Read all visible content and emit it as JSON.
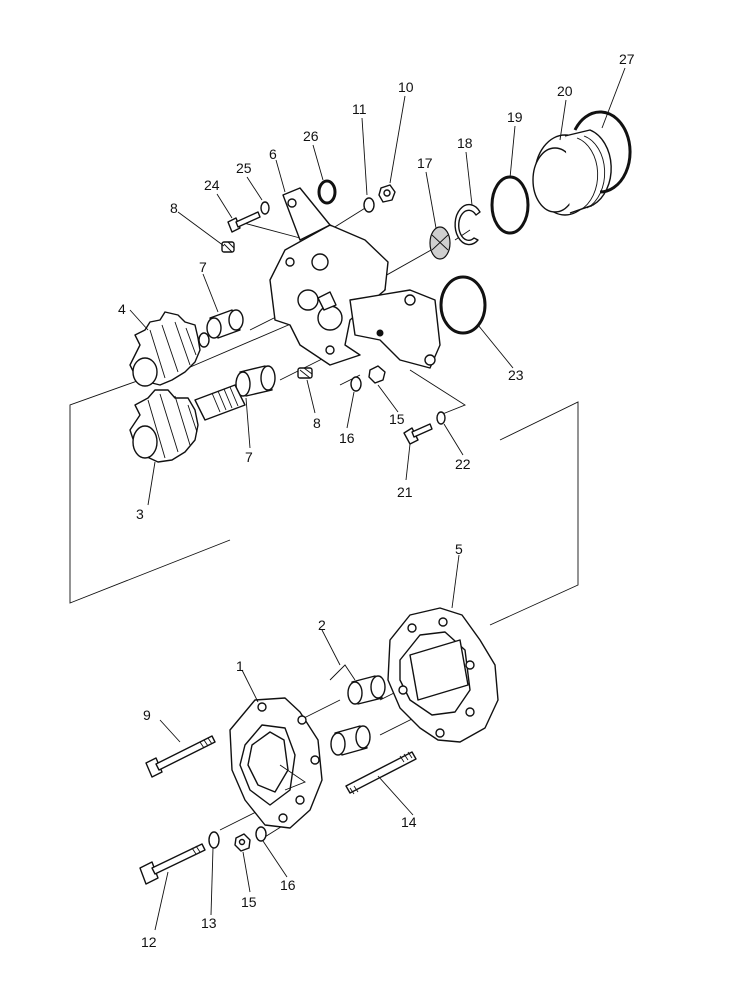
{
  "parts": {
    "p1": "1",
    "p2": "2",
    "p3": "3",
    "p4": "4",
    "p5": "5",
    "p6": "6",
    "p7a": "7",
    "p7b": "7",
    "p8a": "8",
    "p8b": "8",
    "p9": "9",
    "p10": "10",
    "p11": "11",
    "p12": "12",
    "p13": "13",
    "p14": "14",
    "p15a": "15",
    "p15b": "15",
    "p16a": "16",
    "p16b": "16",
    "p17": "17",
    "p18": "18",
    "p19": "19",
    "p20": "20",
    "p21": "21",
    "p22": "22",
    "p23": "23",
    "p24": "24",
    "p25": "25",
    "p26": "26",
    "p27": "27"
  }
}
